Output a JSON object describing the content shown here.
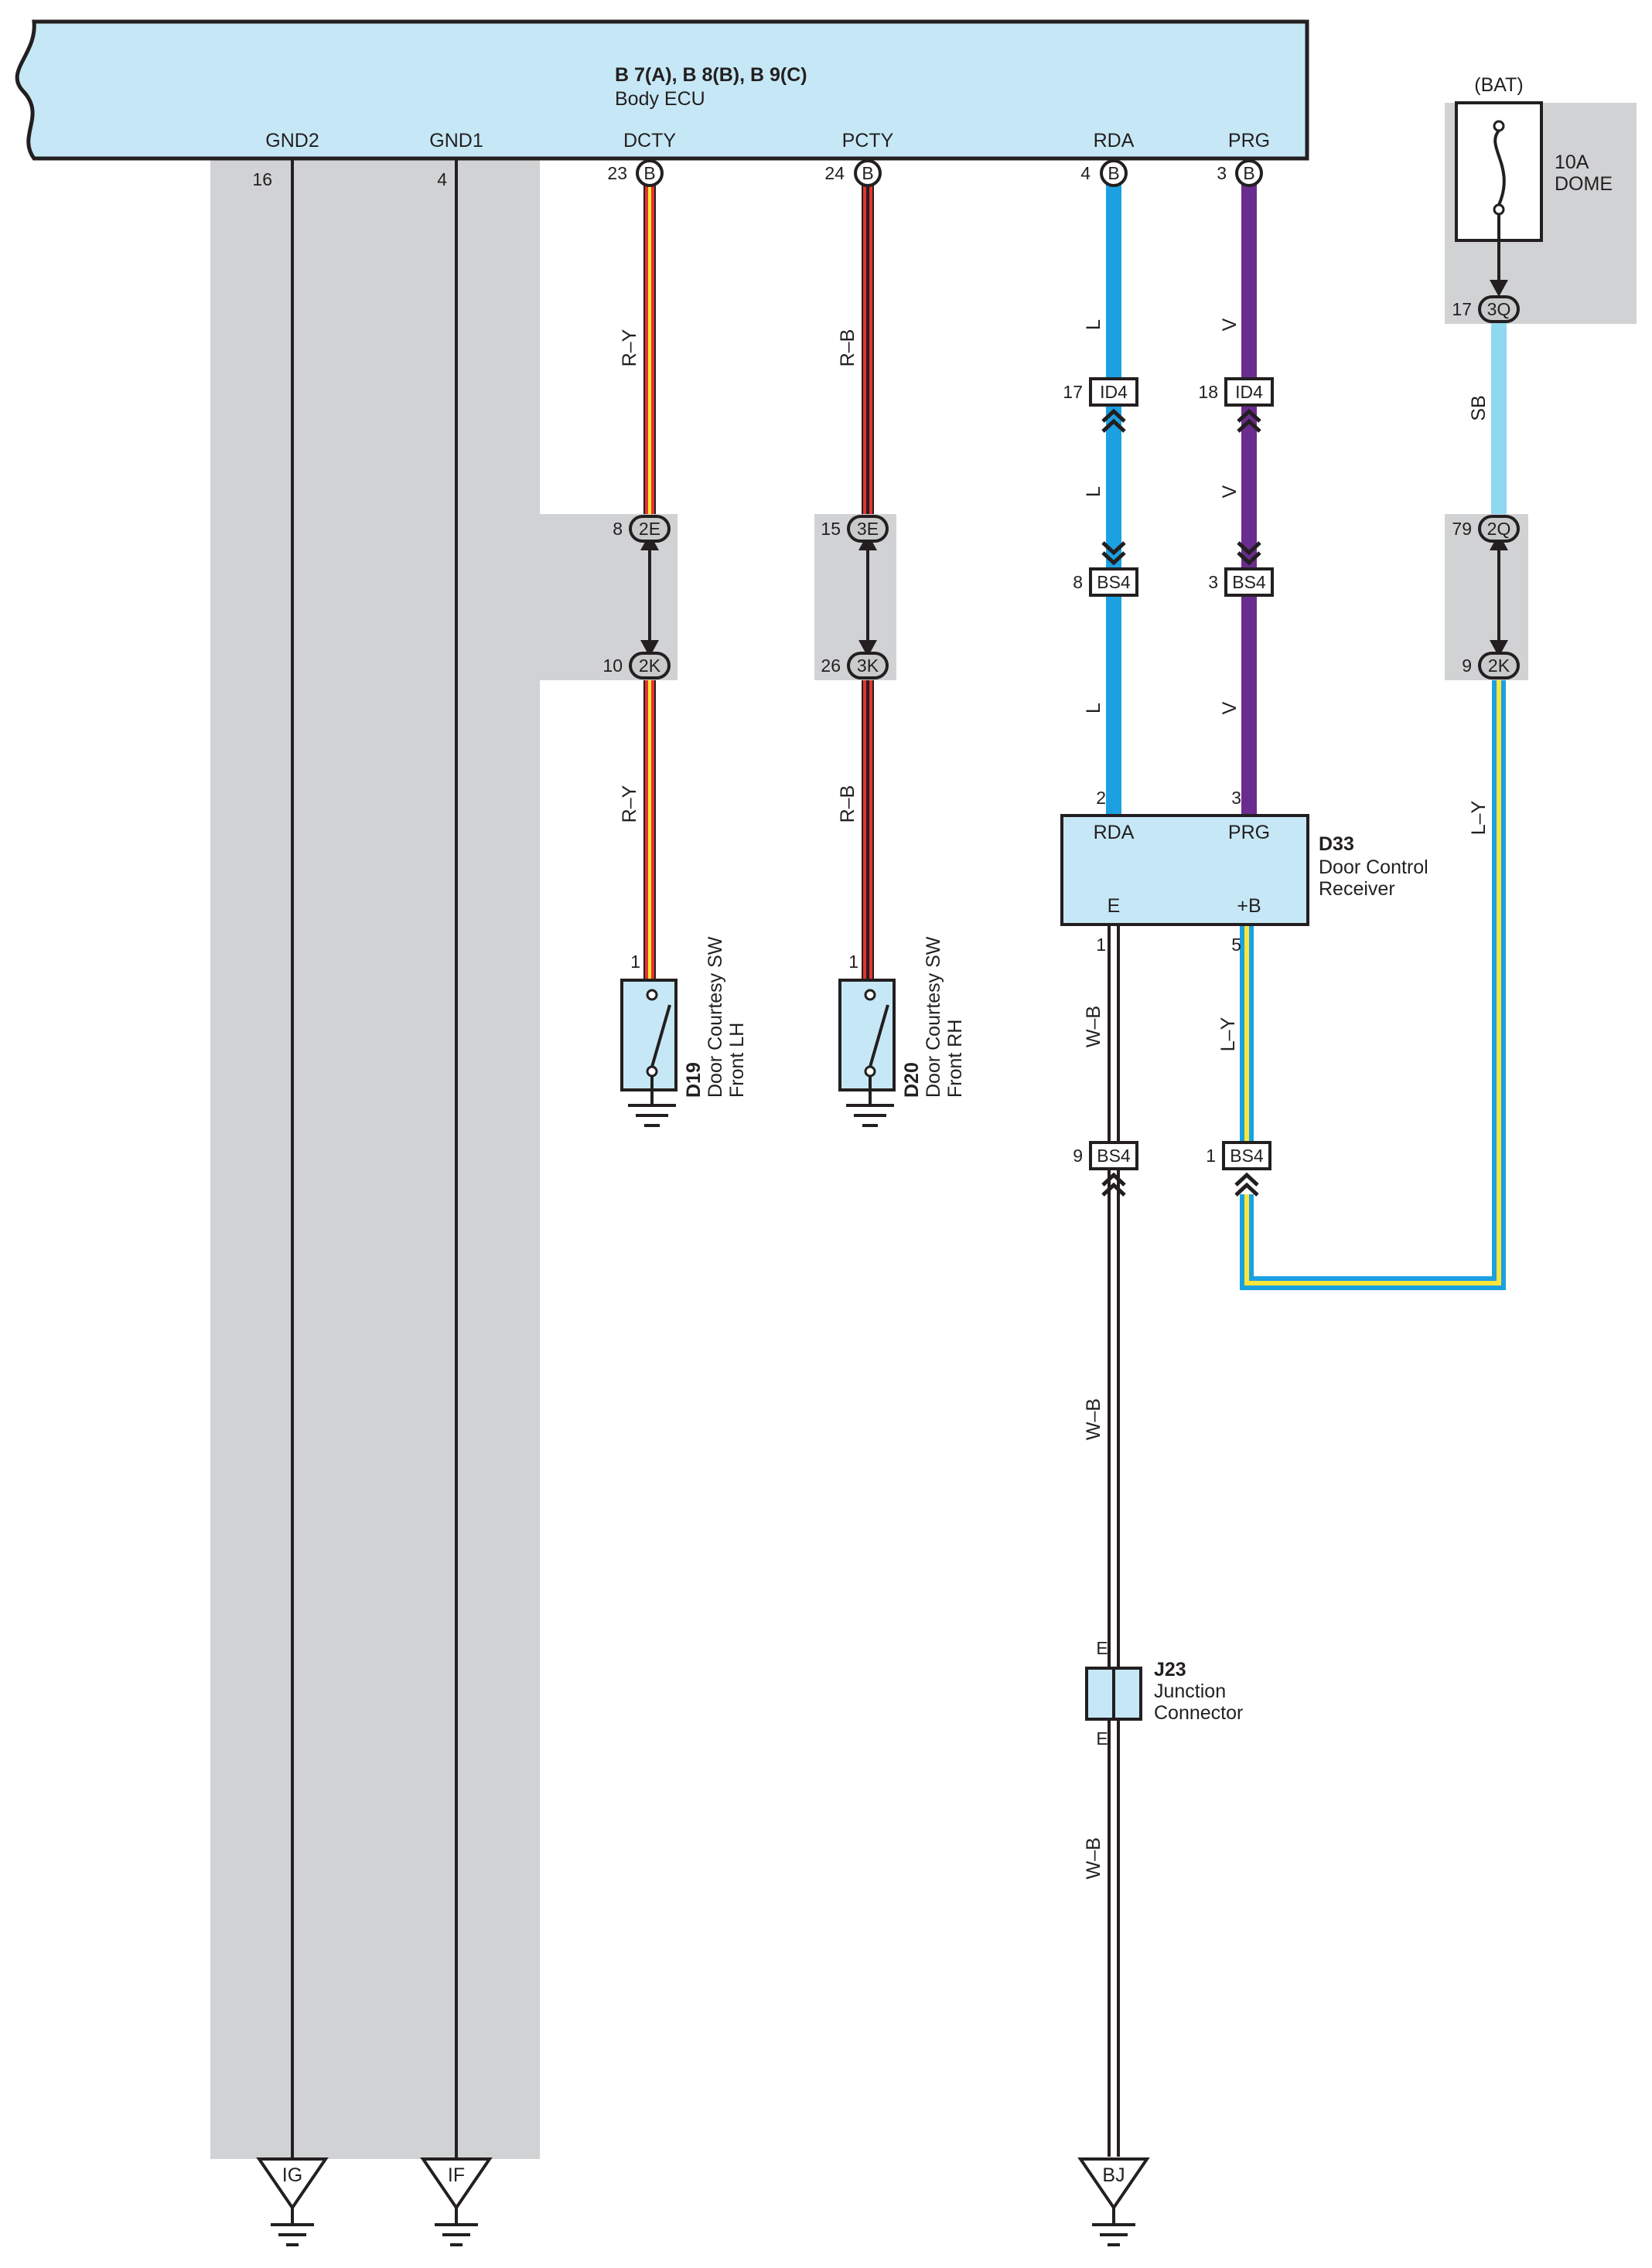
{
  "colors": {
    "component_fill": "#c6e8f6",
    "ground_bus_shade": "#d1d2d4",
    "wire_red": "#e8322d",
    "wire_yellow": "#fde53a",
    "wire_blue_L": "#1ba1e2",
    "wire_violet_V": "#6a2d8f",
    "wire_sky_blue_SB": "#8ed8f2",
    "wire_white": "#ffffff",
    "wire_black": "#231f20"
  },
  "body_ecu": {
    "title": "B 7(A), B 8(B), B 9(C)",
    "name": "Body ECU",
    "terminals": [
      {
        "name": "GND2",
        "pin": "16"
      },
      {
        "name": "GND1",
        "pin": "4"
      },
      {
        "name": "DCTY",
        "pin": "23",
        "connector": "B"
      },
      {
        "name": "PCTY",
        "pin": "24",
        "connector": "B"
      },
      {
        "name": "RDA",
        "pin": "4",
        "connector": "B"
      },
      {
        "name": "PRG",
        "pin": "3",
        "connector": "B"
      }
    ]
  },
  "fuse": {
    "source": "(BAT)",
    "rating": "10A",
    "name": "DOME",
    "out_pin": "17",
    "out_connector": "3Q"
  },
  "wires": {
    "dcty_upper": "R–Y",
    "dcty_lower": "R–Y",
    "pcty_upper": "R–B",
    "pcty_lower": "R–B",
    "rda_1": "L",
    "rda_2": "L",
    "rda_3": "L",
    "prg_1": "V",
    "prg_2": "V",
    "prg_3": "V",
    "fuse_out": "SB",
    "fuse_return": "L–Y",
    "d33_b": "L–Y",
    "ground_1": "W–B",
    "ground_2": "W–B",
    "ground_3": "W–B"
  },
  "connectors": {
    "dcty_2e": {
      "pin": "8",
      "id": "2E"
    },
    "dcty_2k": {
      "pin": "10",
      "id": "2K"
    },
    "pcty_3e": {
      "pin": "15",
      "id": "3E"
    },
    "pcty_3k": {
      "pin": "26",
      "id": "3K"
    },
    "rda_id4": {
      "pin": "17",
      "id": "ID4"
    },
    "prg_id4": {
      "pin": "18",
      "id": "ID4"
    },
    "rda_bs4": {
      "pin": "8",
      "id": "BS4"
    },
    "prg_bs4": {
      "pin": "3",
      "id": "BS4"
    },
    "bat_2q": {
      "pin": "79",
      "id": "2Q"
    },
    "bat_2k": {
      "pin": "9",
      "id": "2K"
    },
    "e_bs4": {
      "pin": "9",
      "id": "BS4"
    },
    "b_bs4": {
      "pin": "1",
      "id": "BS4"
    }
  },
  "d33": {
    "code": "D33",
    "name_line1": "Door Control",
    "name_line2": "Receiver",
    "terminals": [
      {
        "name": "RDA",
        "pin": "2"
      },
      {
        "name": "PRG",
        "pin": "3"
      },
      {
        "name": "E",
        "pin": "1"
      },
      {
        "name": "+B",
        "pin": "5"
      }
    ]
  },
  "d19": {
    "code": "D19",
    "name_line1": "Door Courtesy SW",
    "name_line2": "Front LH",
    "pin": "1"
  },
  "d20": {
    "code": "D20",
    "name_line1": "Door Courtesy SW",
    "name_line2": "Front RH",
    "pin": "1"
  },
  "j23": {
    "code": "J23",
    "name_line1": "Junction",
    "name_line2": "Connector",
    "pin_top": "E",
    "pin_bottom": "E"
  },
  "grounds": [
    "IG",
    "IF",
    "BJ"
  ]
}
